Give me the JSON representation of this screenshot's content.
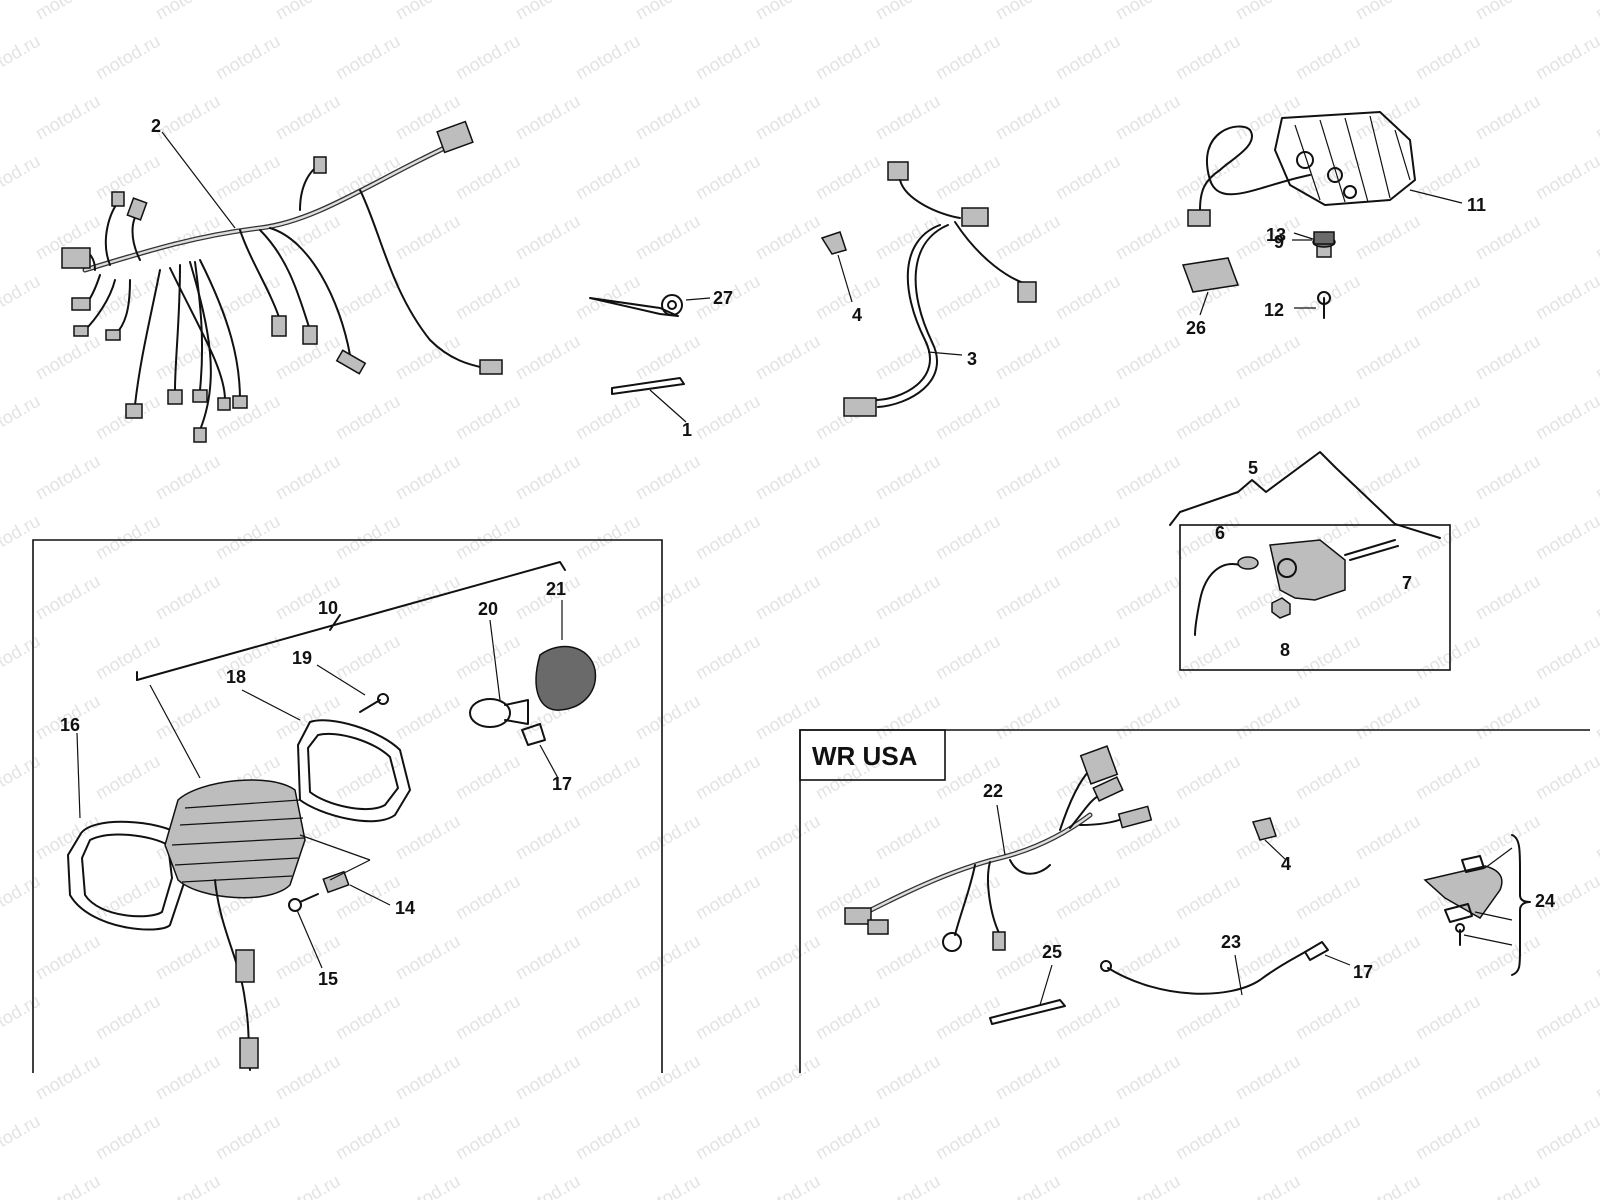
{
  "watermark": "motod.ru",
  "box_label": "WR USA",
  "callouts": [
    {
      "id": "c2",
      "text": "2"
    },
    {
      "id": "c27",
      "text": "27"
    },
    {
      "id": "c1",
      "text": "1"
    },
    {
      "id": "c4a",
      "text": "4"
    },
    {
      "id": "c3",
      "text": "3"
    },
    {
      "id": "c11",
      "text": "11"
    },
    {
      "id": "c13",
      "text": "13"
    },
    {
      "id": "c9",
      "text": "9"
    },
    {
      "id": "c12",
      "text": "12"
    },
    {
      "id": "c26",
      "text": "26"
    },
    {
      "id": "c5",
      "text": "5"
    },
    {
      "id": "c6",
      "text": "6"
    },
    {
      "id": "c7",
      "text": "7"
    },
    {
      "id": "c8",
      "text": "8"
    },
    {
      "id": "c10",
      "text": "10"
    },
    {
      "id": "c19",
      "text": "19"
    },
    {
      "id": "c20",
      "text": "20"
    },
    {
      "id": "c21",
      "text": "21"
    },
    {
      "id": "c18",
      "text": "18"
    },
    {
      "id": "c16",
      "text": "16"
    },
    {
      "id": "c17a",
      "text": "17"
    },
    {
      "id": "c14",
      "text": "14"
    },
    {
      "id": "c15",
      "text": "15"
    },
    {
      "id": "c22",
      "text": "22"
    },
    {
      "id": "c4b",
      "text": "4"
    },
    {
      "id": "c24",
      "text": "24"
    },
    {
      "id": "c25",
      "text": "25"
    },
    {
      "id": "c23",
      "text": "23"
    },
    {
      "id": "c17b",
      "text": "17"
    }
  ]
}
